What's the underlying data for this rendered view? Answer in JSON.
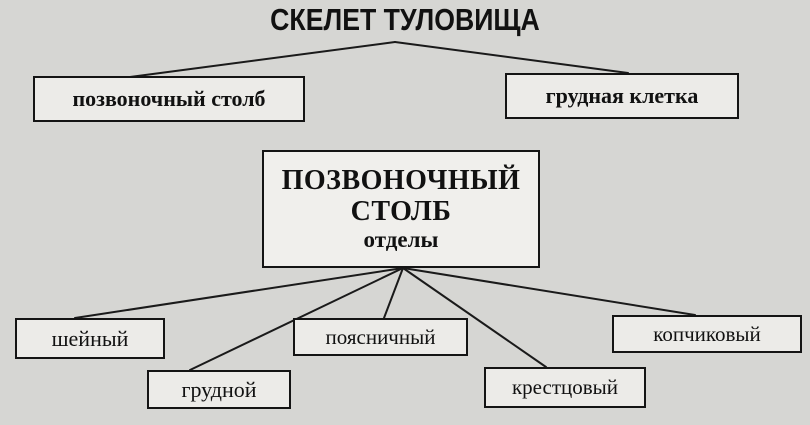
{
  "title": "СКЕЛЕТ ТУЛОВИЩА",
  "level1": {
    "left": "позвоночный столб",
    "right": "грудная клетка"
  },
  "center": {
    "line1": "ПОЗВОНОЧНЫЙ",
    "line2": "СТОЛБ",
    "line3": "отделы"
  },
  "sections": {
    "cervical": "шейный",
    "thoracic": "грудной",
    "lumbar": "поясничный",
    "sacral": "крестцовый",
    "coccygeal": "копчиковый"
  }
}
